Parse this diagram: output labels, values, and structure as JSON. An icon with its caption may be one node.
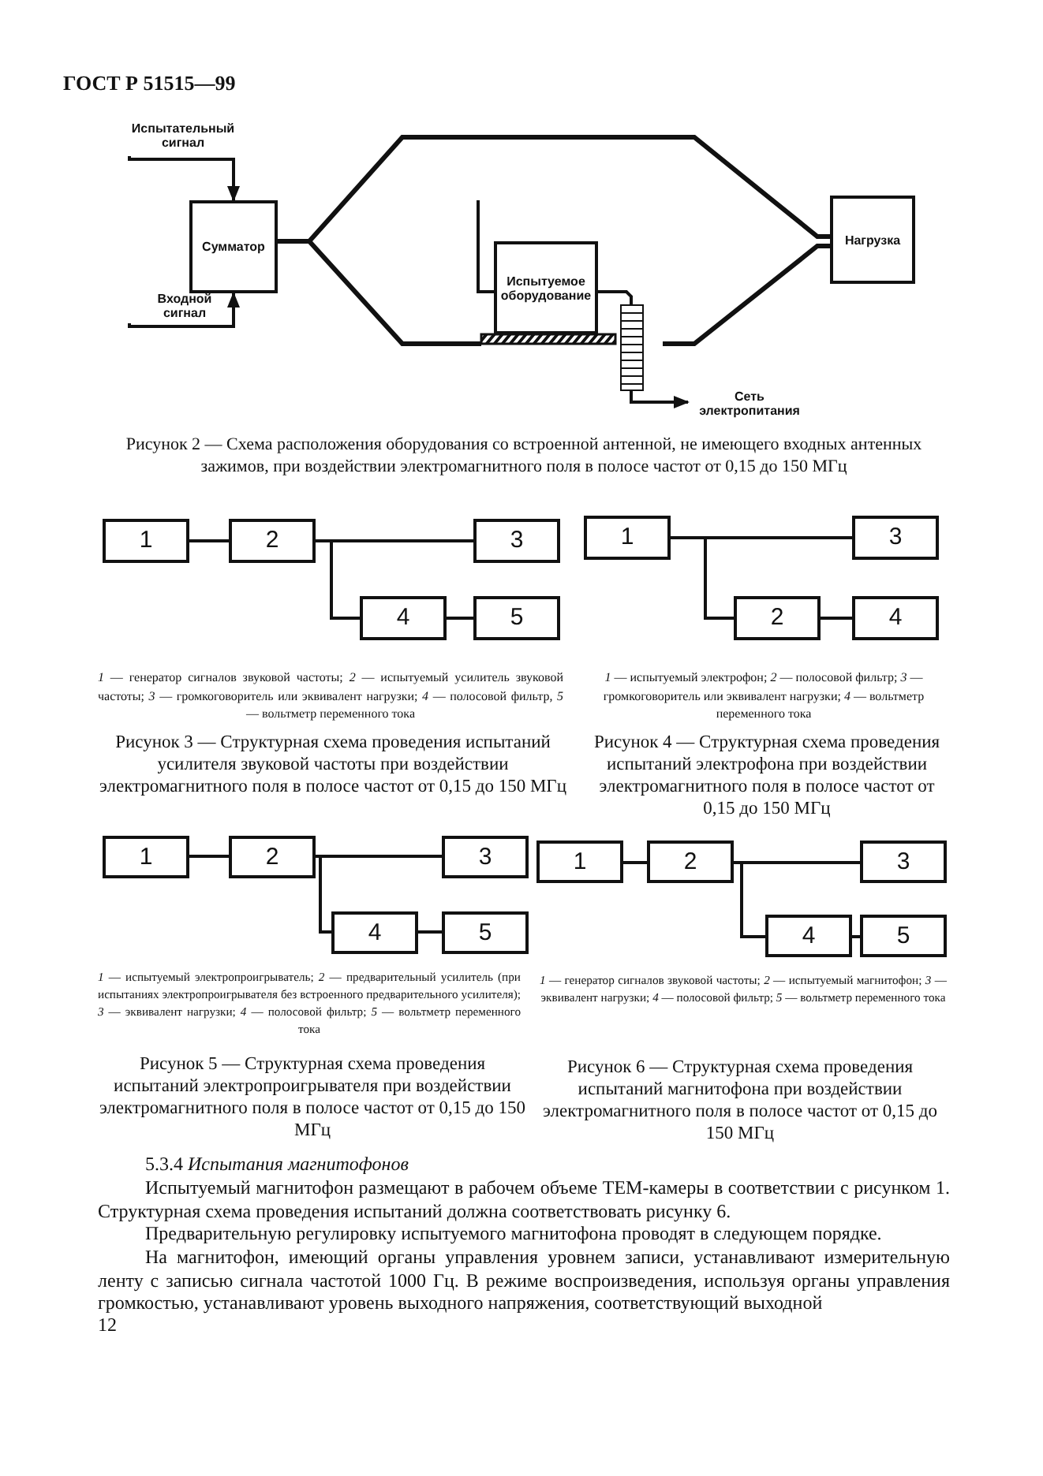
{
  "diagram": {
    "title": "ГОСТ Р 51515—99",
    "nodes": [
      {
        "text": [
          "Испытательный сигнал"
        ]
      },
      {
        "text": [
          "Сумматор"
        ]
      },
      {
        "text": [
          "Входной сигнал"
        ]
      },
      {
        "text": [
          "Испытуемое оборудование"
        ]
      },
      {
        "text": [
          "Нагрузка"
        ]
      },
      {
        "text": [
          "Сеть электропитания"
        ]
      },
      {
        "text": [],
        "shape": "box"
      },
      {
        "text": [
          "1"
        ]
      },
      {
        "text": [
          "2"
        ]
      },
      {
        "text": [
          "3"
        ]
      },
      {
        "text": [
          "4"
        ]
      },
      {
        "text": [
          "5"
        ]
      },
      {
        "text": [
          "1"
        ]
      },
      {
        "text": [
          "3"
        ]
      },
      {
        "text": [
          "2"
        ]
      },
      {
        "text": [
          "4"
        ]
      },
      {
        "text": [
          "1"
        ]
      },
      {
        "text": [
          "2"
        ]
      },
      {
        "text": [
          "3"
        ]
      },
      {
        "text": [
          "4"
        ]
      },
      {
        "text": [
          "5"
        ]
      },
      {
        "text": [
          "1"
        ]
      },
      {
        "text": [
          "2"
        ]
      },
      {
        "text": [
          "3"
        ]
      },
      {
        "text": [
          "4"
        ]
      },
      {
        "text": [
          "5"
        ]
      }
    ],
    "edges": [
      {
        "from": 0,
        "to": 1,
        "arrow": "to"
      },
      {
        "from": 2,
        "to": 1,
        "arrow": "to"
      },
      {
        "from": 1,
        "to": 4,
        "arrow": "none"
      },
      {
        "from": 3,
        "to": 6,
        "arrow": "none"
      },
      {
        "from": 6,
        "to": 5,
        "arrow": "to"
      },
      {
        "from": 7,
        "to": 8,
        "arrow": "none"
      },
      {
        "from": 8,
        "to": 9,
        "arrow": "none"
      },
      {
        "from": 8,
        "to": 10,
        "arrow": "none"
      },
      {
        "from": 10,
        "to": 11,
        "arrow": "none"
      },
      {
        "from": 12,
        "to": 13,
        "arrow": "none"
      },
      {
        "from": 12,
        "to": 14,
        "arrow": "none"
      },
      {
        "from": 14,
        "to": 15,
        "arrow": "none"
      },
      {
        "from": 16,
        "to": 17,
        "arrow": "none"
      },
      {
        "from": 17,
        "to": 18,
        "arrow": "none"
      },
      {
        "from": 17,
        "to": 19,
        "arrow": "none"
      },
      {
        "from": 19,
        "to": 20,
        "arrow": "none"
      },
      {
        "from": 21,
        "to": 22,
        "arrow": "none"
      },
      {
        "from": 22,
        "to": 23,
        "arrow": "none"
      },
      {
        "from": 22,
        "to": 24,
        "arrow": "none"
      },
      {
        "from": 24,
        "to": 25,
        "arrow": "none"
      }
    ],
    "labels": [
      "Рисунок 2 — Схема расположения оборудования со встроенной антенной, не имеющего входных антенных зажимов, при воздействии электромагнитного поля в полосе частот от 0,15 до 150 МГц",
      "*1* — генератор сигналов звуковой частоты; *2* — испытуемый усилитель звуковой частоты; *3* — громкоговоритель или эквивалент нагрузки; *4* — полосовой фильтр, *5* — вольтметр переменного тока",
      "*1* — испытуемый электрофон; *2* — полосовой фильтр; *3* — громкоговоритель или эквивалент нагрузки; *4* — вольтметр переменного тока",
      "Рисунок 3 — Структурная схема проведения испытаний усилителя звуковой частоты при воздействии электромагнитного поля в полосе частот от 0,15 до 150 МГц",
      "Рисунок 4 — Структурная схема проведения испытаний электрофона при воздействии электромагнитного поля в полосе частот от 0,15 до 150 МГц",
      "*1* — испытуемый электропроигрыватель; *2* — предварительный усилитель (при испытаниях электропроигрывателя без встроенного предварительного усилителя); *3* — эквивалент нагрузки; *4* — полосовой фильтр; *5* — вольтметр переменного тока",
      "*1* — генератор сигналов звуковой частоты; *2* — испытуемый магнитофон; *3* — эквивалент нагрузки; *4* — полосовой фильтр; *5* — вольтметр переменного тока",
      "Рисунок 5 — Структурная схема проведения испытаний электропроигрывателя при воздействии электромагнитного поля в полосе частот от 0,15 до 150 МГц",
      "Рисунок 6 — Структурная схема проведения испытаний магнитофона при воздействии электромагнитного поля в полосе частот от 0,15 до 150 МГц",
      "5.3.4 *Испытания магнитофонов*",
      "Испытуемый магнитофон размещают в рабочем объеме ТЕМ-камеры в соответствии с рисунком 1. Структурная схема проведения испытаний должна соответствовать рисунку 6.",
      "Предварительную регулировку испытуемого магнитофона проводят в следующем порядке.",
      "На магнитофон, имеющий органы управления уровнем записи, устанавливают измерительную ленту с записью сигнала частотой 1000 Гц. В режиме воспроизведения, используя органы управления громкостью, устанавливают уровень выходного напряжения, соответствующий выходной",
      "12"
    ]
  }
}
